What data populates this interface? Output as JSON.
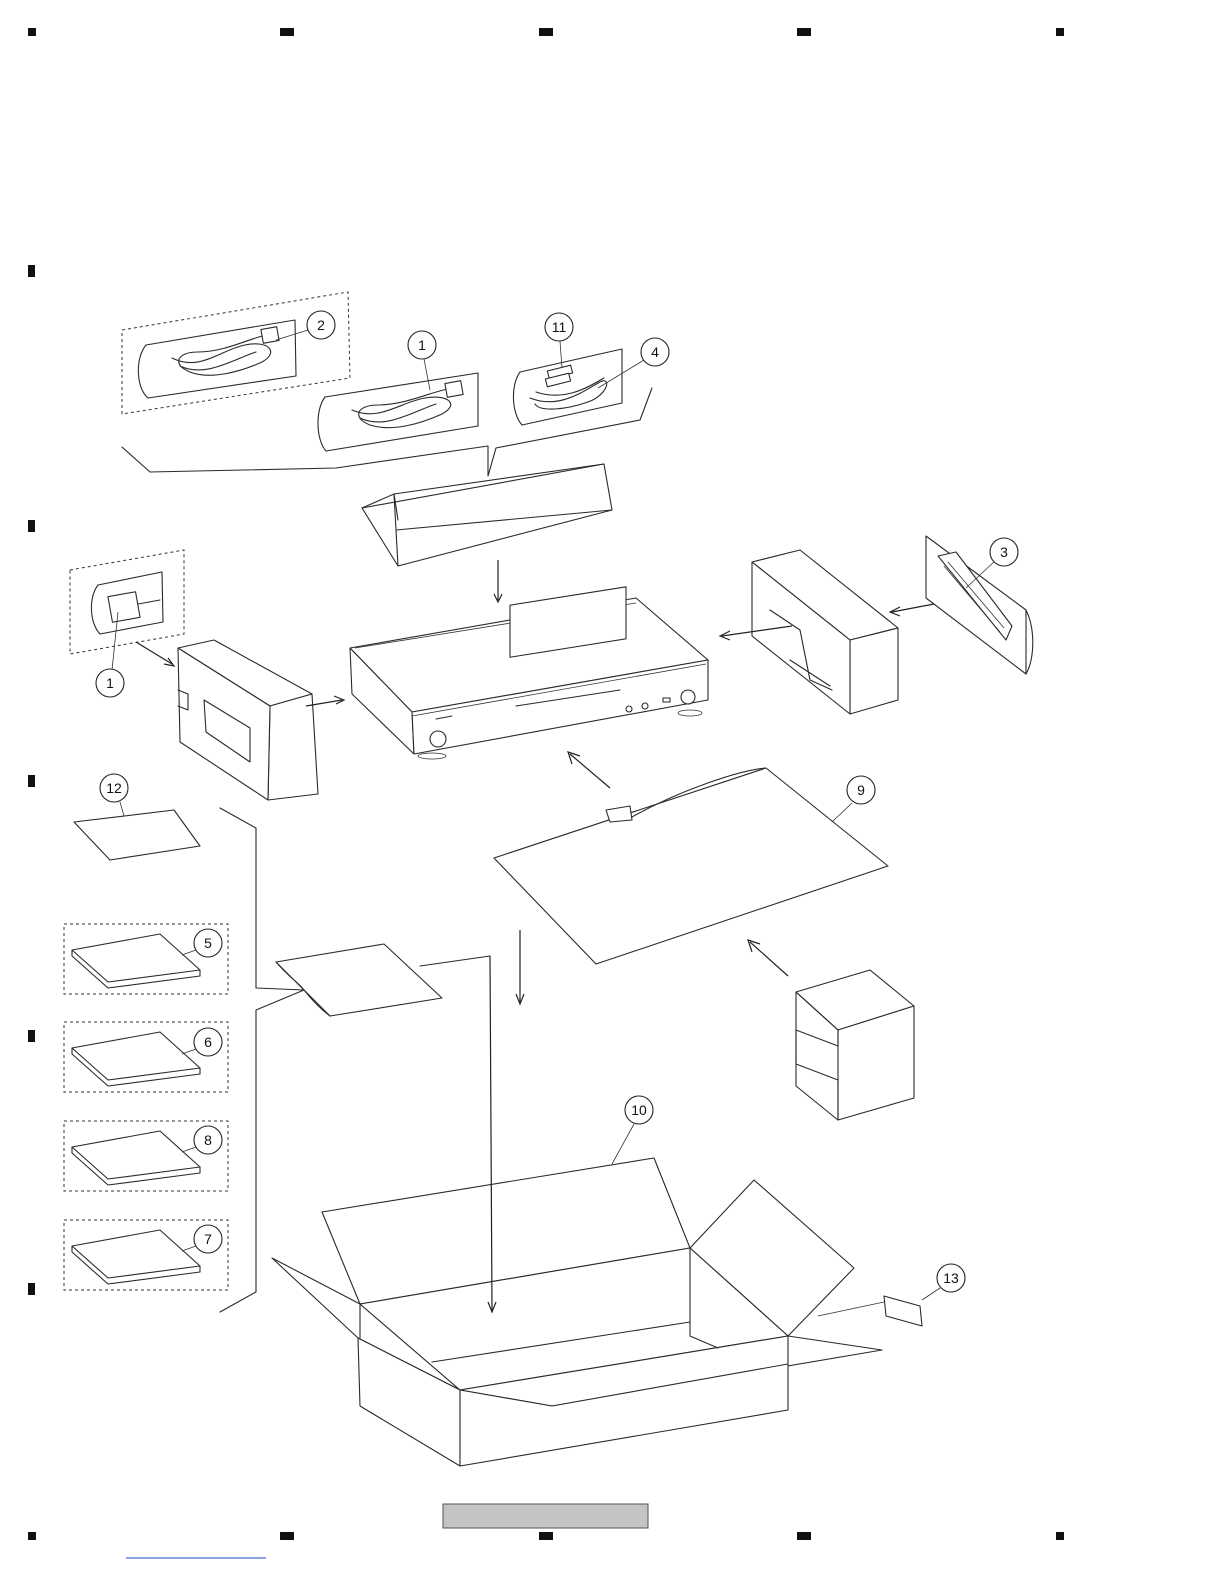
{
  "diagram": {
    "callouts": [
      {
        "id": "callout-2",
        "label": "2"
      },
      {
        "id": "callout-1-top",
        "label": "1"
      },
      {
        "id": "callout-11",
        "label": "11"
      },
      {
        "id": "callout-4",
        "label": "4"
      },
      {
        "id": "callout-3",
        "label": "3"
      },
      {
        "id": "callout-1-left",
        "label": "1"
      },
      {
        "id": "callout-12",
        "label": "12"
      },
      {
        "id": "callout-9",
        "label": "9"
      },
      {
        "id": "callout-5",
        "label": "5"
      },
      {
        "id": "callout-6",
        "label": "6"
      },
      {
        "id": "callout-8",
        "label": "8"
      },
      {
        "id": "callout-7",
        "label": "7"
      },
      {
        "id": "callout-10",
        "label": "10"
      },
      {
        "id": "callout-13",
        "label": "13"
      }
    ]
  }
}
